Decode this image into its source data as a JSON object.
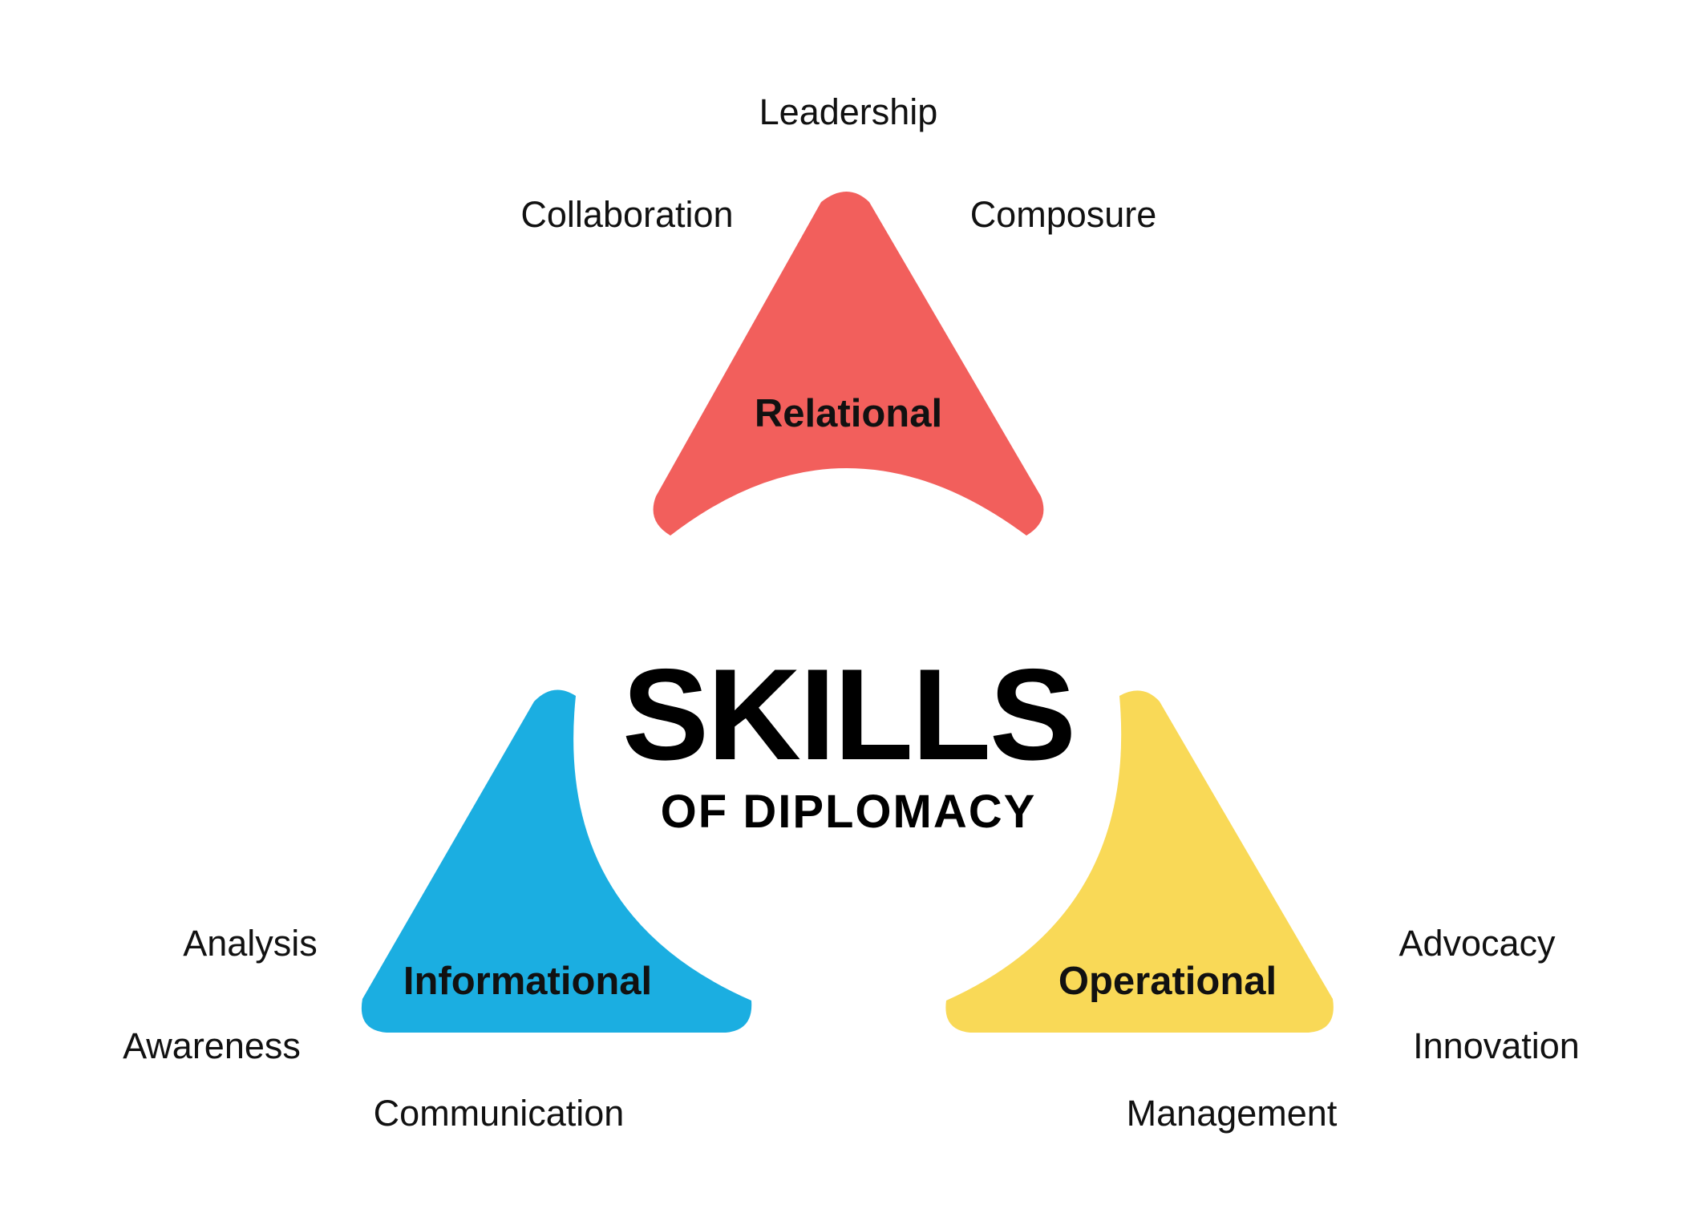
{
  "title": {
    "main": "SKILLS",
    "sub": "OF DIPLOMACY"
  },
  "groups": {
    "relational": {
      "label": "Relational",
      "color": "#F25F5C",
      "skills": [
        "Leadership",
        "Collaboration",
        "Composure"
      ]
    },
    "informational": {
      "label": "Informational",
      "color": "#1BAEE1",
      "skills": [
        "Analysis",
        "Awareness",
        "Communication"
      ]
    },
    "operational": {
      "label": "Operational",
      "color": "#F9D957",
      "skills": [
        "Advocacy",
        "Innovation",
        "Management"
      ]
    }
  }
}
